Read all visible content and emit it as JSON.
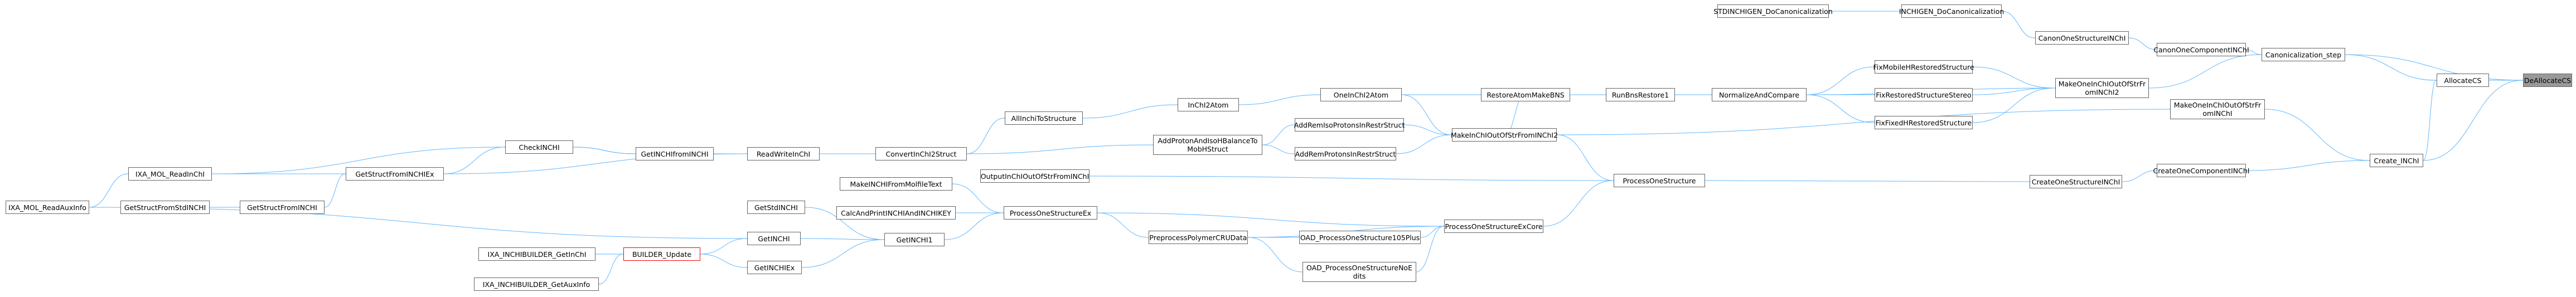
{
  "colors": {
    "edge": "#63b8ff",
    "node_border": "#666666",
    "focus_fill": "#999999",
    "warn_border": "#ff0000"
  },
  "nodes": {
    "deallocate": "DeAllocateCS",
    "allocate": "AllocateCS",
    "canon_step": "Canonicalization_step",
    "create_inchi": "Create_INChI",
    "canon_comp": "CanonOneComponentINChI",
    "canon_struct": "CanonOneStructureINChI",
    "inchigen_docanon": "INCHIGEN_DoCanonicalization",
    "stdinchigen_docanon": "STDINCHIGEN_DoCanonicalization",
    "make_one_inchi_out": "MakeOneInChIOutOfStrFromINChI",
    "make_one_inchi_out2": "MakeOneInChIOutOfStrFromINChI2",
    "create_comp": "CreateOneComponentINChI",
    "create_struct": "CreateOneStructureINChI",
    "fix_mobile": "FixMobileHRestoredStructure",
    "fix_stereo": "FixRestoredStructureStereo",
    "fix_fixedh": "FixFixedHRestoredStructure",
    "normalize": "NormalizeAndCompare",
    "run_bns": "RunBnsRestore1",
    "restore_atom": "RestoreAtomMakeBNS",
    "one_inchi2atom": "OneInChI2Atom",
    "make_inchi_out_str": "MakeInChIOutOfStrFromINChI2",
    "add_remiso": "AddRemIsoProtonsInRestrStruct",
    "add_remprot": "AddRemProtonsInRestrStruct",
    "add_proton": "AddProtonAndIsoHBalanceToMobHStruct",
    "inchi2atom": "InChI2Atom",
    "allinchi": "AllInchiToStructure",
    "convert": "ConvertInChI2Struct",
    "output_inchi": "OutputInChIOutOfStrFromINChI",
    "process_one": "ProcessOneStructure",
    "process_one_ex_core": "ProcessOneStructureExCore",
    "process_one_ex": "ProcessOneStructureEx",
    "make_inchi_molfile": "MakeINCHIFromMolfileText",
    "calc_print": "CalcAndPrintINCHIAndINCHIKEY",
    "preprocess_polymer": "PreprocessPolymerCRUData",
    "oad_105": "OAD_ProcessOneStructure105Plus",
    "oad_noedits": "OAD_ProcessOneStructureNoEdits",
    "getinchi1": "GetINCHI1",
    "getstdinchi": "GetStdINCHI",
    "getinchi": "GetINCHI",
    "getinchiex": "GetINCHIEx",
    "builder_update": "BUILDER_Update",
    "ixa_getinchi": "IXA_INCHIBUILDER_GetInChI",
    "ixa_getauxinfo": "IXA_INCHIBUILDER_GetAuxInfo",
    "read_write": "ReadWriteInChI",
    "getinchi_from_inchi": "GetINCHIfromINCHI",
    "check_inchi": "CheckINCHI",
    "getstruct_ex": "GetStructFromINCHIEx",
    "getstruct": "GetStructFromINCHI",
    "getstruct_std": "GetStructFromStdINCHI",
    "ixa_readinchi": "IXA_MOL_ReadInChI",
    "ixa_readauxinfo": "IXA_MOL_ReadAuxInfo"
  }
}
